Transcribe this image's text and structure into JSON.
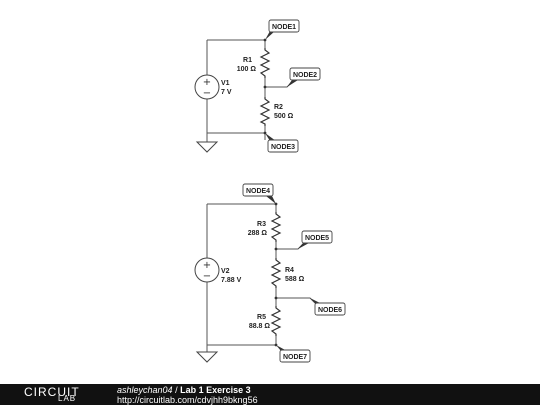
{
  "circuit1": {
    "source": {
      "name": "V1",
      "value": "7 V"
    },
    "r1": {
      "name": "R1",
      "value": "100 Ω"
    },
    "r2": {
      "name": "R2",
      "value": "500 Ω"
    },
    "nodes": [
      "NODE1",
      "NODE2",
      "NODE3"
    ]
  },
  "circuit2": {
    "source": {
      "name": "V2",
      "value": "7.88 V"
    },
    "r3": {
      "name": "R3",
      "value": "288 Ω"
    },
    "r4": {
      "name": "R4",
      "value": "588 Ω"
    },
    "r5": {
      "name": "R5",
      "value": "88.8 Ω"
    },
    "nodes": [
      "NODE4",
      "NODE5",
      "NODE6",
      "NODE7"
    ]
  },
  "footer": {
    "logo_main": "CIRCUIT",
    "logo_sub": "LAB",
    "author": "ashleychan04",
    "separator": "/",
    "title": "Lab 1 Exercise 3",
    "url": "http://circuitlab.com/cdvjhh9bkng56"
  }
}
